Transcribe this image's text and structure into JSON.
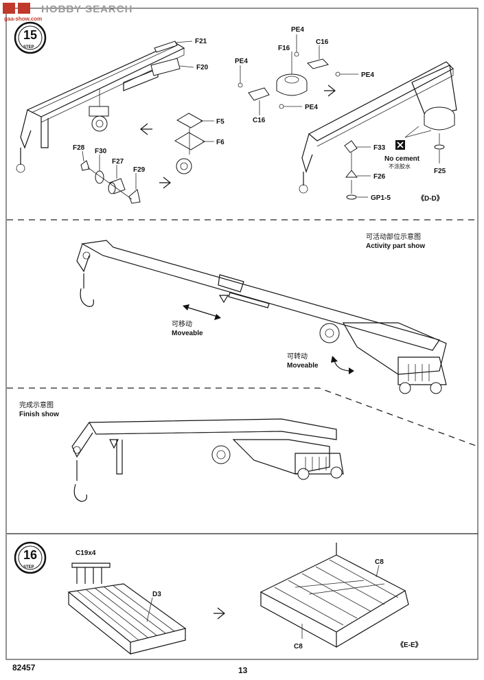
{
  "watermark": {
    "brand": "HOBBY SEARCH",
    "site": "gaa-show.com"
  },
  "step15": {
    "step_word": "STEP",
    "number": "15",
    "labels": {
      "f21": "F21",
      "f20": "F20",
      "f5": "F5",
      "f6": "F6",
      "f28": "F28",
      "f30": "F30",
      "f27": "F27",
      "f29": "F29",
      "pe4_top": "PE4",
      "pe4_left": "PE4",
      "pe4_right": "PE4",
      "pe4_bottom": "PE4",
      "f16": "F16",
      "c16_top": "C16",
      "c16_bottom": "C16",
      "f33": "F33",
      "f26": "F26",
      "gp1_5": "GP1-5",
      "f25": "F25",
      "no_cement_en": "No cement",
      "no_cement_zh": "不涂胶水",
      "view_ref": "《D-D》"
    }
  },
  "activity": {
    "title_zh": "可活动部位示意图",
    "title_en": "Activity part show",
    "moveable1_zh": "可移动",
    "moveable1_en": "Moveable",
    "moveable2_zh": "可转动",
    "moveable2_en": "Moveable"
  },
  "finish": {
    "title_zh": "完成示意图",
    "title_en": "Finish show"
  },
  "step16": {
    "step_word": "STEP",
    "number": "16",
    "labels": {
      "c19": "C19x4",
      "d3": "D3",
      "c8_top": "C8",
      "c8_bottom": "C8",
      "view_ref": "《E-E》"
    }
  },
  "footer": {
    "model_number": "82457",
    "page_number": "13"
  }
}
